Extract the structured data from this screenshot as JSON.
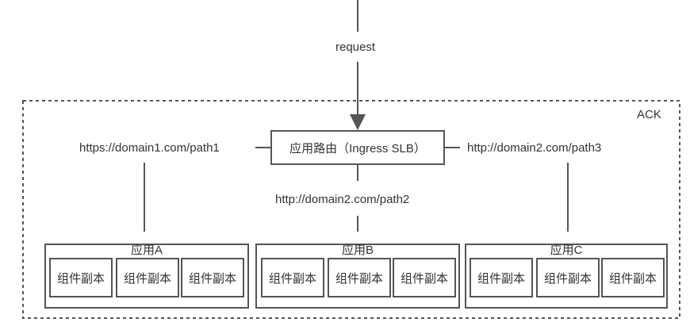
{
  "request_label": "request",
  "cluster_label": "ACK",
  "router_label": "应用路由（Ingress SLB）",
  "routes": {
    "left": "https://domain1.com/path1",
    "middle": "http://domain2.com/path2",
    "right": "http://domain2.com/path3"
  },
  "apps": [
    {
      "name": "应用A",
      "components": [
        "组件副本",
        "组件副本",
        "组件副本"
      ]
    },
    {
      "name": "应用B",
      "components": [
        "组件副本",
        "组件副本",
        "组件副本"
      ]
    },
    {
      "name": "应用C",
      "components": [
        "组件副本",
        "组件副本",
        "组件副本"
      ]
    }
  ]
}
